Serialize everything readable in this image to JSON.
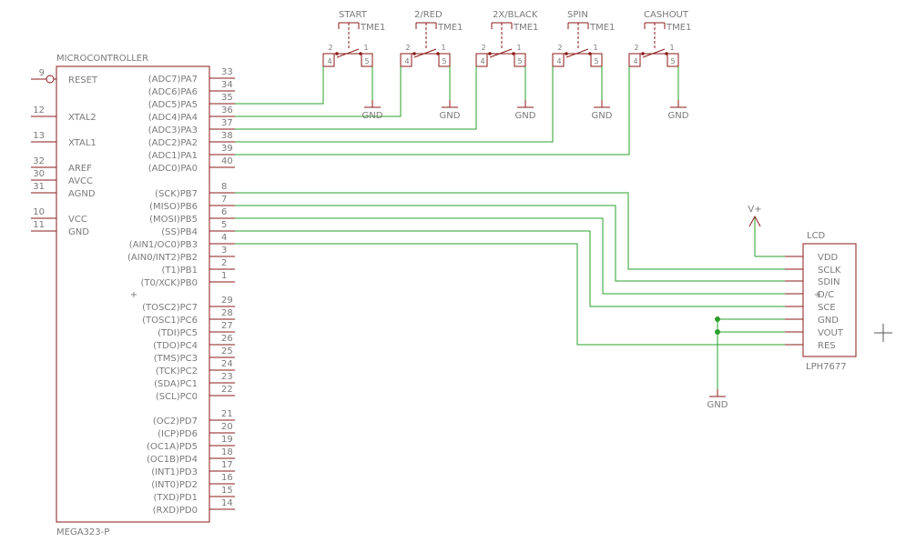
{
  "colors": {
    "part": "#8b1a1a",
    "wire": "#2ba02b",
    "text": "#7a7a7a",
    "background": "#ffffff"
  },
  "mcu": {
    "name_label": "MICROCONTROLLER",
    "value_label": "MEGA323-P",
    "left_pins": [
      {
        "num": "9",
        "label": "RESET"
      },
      {
        "num": "12",
        "label": "XTAL2"
      },
      {
        "num": "13",
        "label": "XTAL1"
      },
      {
        "num": "32",
        "label": "AREF"
      },
      {
        "num": "30",
        "label": "AVCC"
      },
      {
        "num": "31",
        "label": "AGND"
      },
      {
        "num": "10",
        "label": "VCC"
      },
      {
        "num": "11",
        "label": "GND"
      }
    ],
    "right_pins": [
      {
        "num": "33",
        "label": "(ADC7)PA7"
      },
      {
        "num": "34",
        "label": "(ADC6)PA6"
      },
      {
        "num": "35",
        "label": "(ADC5)PA5"
      },
      {
        "num": "36",
        "label": "(ADC4)PA4"
      },
      {
        "num": "37",
        "label": "(ADC3)PA3"
      },
      {
        "num": "38",
        "label": "(ADC2)PA2"
      },
      {
        "num": "39",
        "label": "(ADC1)PA1"
      },
      {
        "num": "40",
        "label": "(ADC0)PA0"
      },
      {
        "num": "8",
        "label": "(SCK)PB7"
      },
      {
        "num": "7",
        "label": "(MISO)PB6"
      },
      {
        "num": "6",
        "label": "(MOSI)PB5"
      },
      {
        "num": "5",
        "label": "(SS)PB4"
      },
      {
        "num": "4",
        "label": "(AIN1/OC0)PB3"
      },
      {
        "num": "3",
        "label": "(AIN0/INT2)PB2"
      },
      {
        "num": "2",
        "label": "(T1)PB1"
      },
      {
        "num": "1",
        "label": "(T0/XCK)PB0"
      },
      {
        "num": "29",
        "label": "(TOSC2)PC7"
      },
      {
        "num": "28",
        "label": "(TOSC1)PC6"
      },
      {
        "num": "27",
        "label": "(TDI)PC5"
      },
      {
        "num": "26",
        "label": "(TDO)PC4"
      },
      {
        "num": "25",
        "label": "(TMS)PC3"
      },
      {
        "num": "24",
        "label": "(TCK)PC2"
      },
      {
        "num": "23",
        "label": "(SDA)PC1"
      },
      {
        "num": "22",
        "label": "(SCL)PC0"
      },
      {
        "num": "21",
        "label": "(OC2)PD7"
      },
      {
        "num": "20",
        "label": "(ICP)PD6"
      },
      {
        "num": "19",
        "label": "(OC1A)PD5"
      },
      {
        "num": "18",
        "label": "(OC1B)PD4"
      },
      {
        "num": "17",
        "label": "(INT1)PD3"
      },
      {
        "num": "16",
        "label": "(INT0)PD2"
      },
      {
        "num": "15",
        "label": "(TXD)PD1"
      },
      {
        "num": "14",
        "label": "(RXD)PD0"
      }
    ],
    "origin_mark": "+"
  },
  "switches": [
    {
      "name": "START",
      "type": "TME1",
      "pins": [
        "2",
        "1",
        "4",
        "5"
      ],
      "gnd": "GND"
    },
    {
      "name": "2/RED",
      "type": "TME1",
      "pins": [
        "2",
        "1",
        "4",
        "5"
      ],
      "gnd": "GND"
    },
    {
      "name": "2X/BLACK",
      "type": "TME1",
      "pins": [
        "2",
        "1",
        "4",
        "5"
      ],
      "gnd": "GND"
    },
    {
      "name": "SPIN",
      "type": "TME1",
      "pins": [
        "2",
        "1",
        "4",
        "5"
      ],
      "gnd": "GND"
    },
    {
      "name": "CASHOUT",
      "type": "TME1",
      "pins": [
        "2",
        "1",
        "4",
        "5"
      ],
      "gnd": "GND"
    }
  ],
  "lcd": {
    "name_label": "LCD",
    "value_label": "LPH7677",
    "pins": [
      "VDD",
      "SCLK",
      "SDIN",
      "D/C",
      "SCE",
      "GND",
      "VOUT",
      "RES"
    ],
    "origin_mark": "+"
  },
  "supply": {
    "label": "V+"
  },
  "ground": {
    "label": "GND"
  },
  "cursor_mark": "+"
}
